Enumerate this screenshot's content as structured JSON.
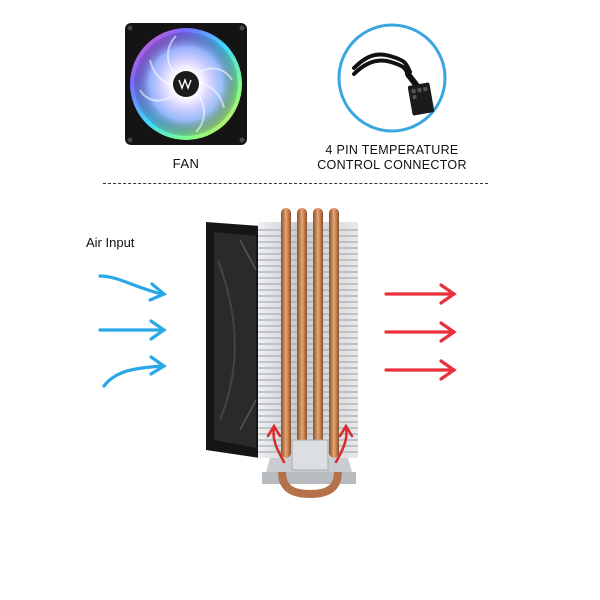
{
  "top": {
    "fan_label": "FAN",
    "connector_label_line1": "4 PIN TEMPERATURE",
    "connector_label_line2": "CONTROL CONNECTOR"
  },
  "airflow": {
    "air_input_label": "Air Input"
  },
  "icons": {
    "fan": "rgb-fan-icon",
    "connector": "4-pin-connector-icon",
    "intake": "cool-air-arrows",
    "exhaust": "hot-air-arrows",
    "cooler": "cpu-cooler-image"
  },
  "colors": {
    "intake_arrow": "#2aa7e6",
    "exhaust_arrow": "#e8313a",
    "connector_circle": "#3aa6e0",
    "heatpipe": "#c9814e",
    "fin": "#d6d9dc"
  }
}
